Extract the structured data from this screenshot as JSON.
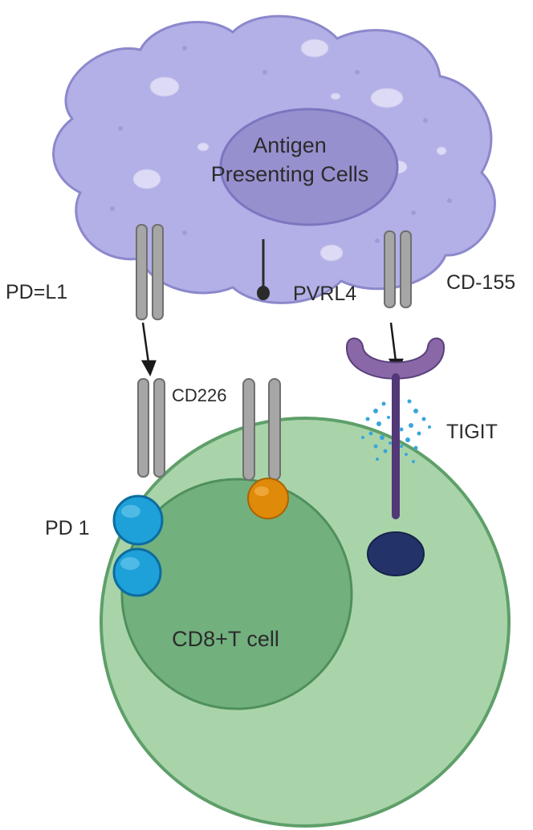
{
  "labels": {
    "apc_line1": "Antigen",
    "apc_line2": "Presenting Cells",
    "pdl1": "PD=L1",
    "pvrl4": "PVRL4",
    "cd155": "CD-155",
    "cd226": "CD226",
    "tigit": "TIGIT",
    "pd1": "PD 1",
    "tcell": "CD8+T cell"
  },
  "colors": {
    "apc_fill": "#b2b0e6",
    "apc_stroke": "#8c88cc",
    "apc_nucleus": "#9690cf",
    "tcell_outer": "#a9d4a9",
    "tcell_outer_stroke": "#5e9f6a",
    "tcell_nucleus": "#72b07e",
    "receptor_gray": "#a6a6a6",
    "receptor_stroke": "#6f6f6f",
    "pd1_blue": "#1ea0d8",
    "orange_ball": "#e08a0a",
    "tigit_purple": "#8a68a8",
    "tigit_stem": "#523877",
    "navy_blob": "#233369",
    "dots_blue": "#3aa6dc"
  }
}
